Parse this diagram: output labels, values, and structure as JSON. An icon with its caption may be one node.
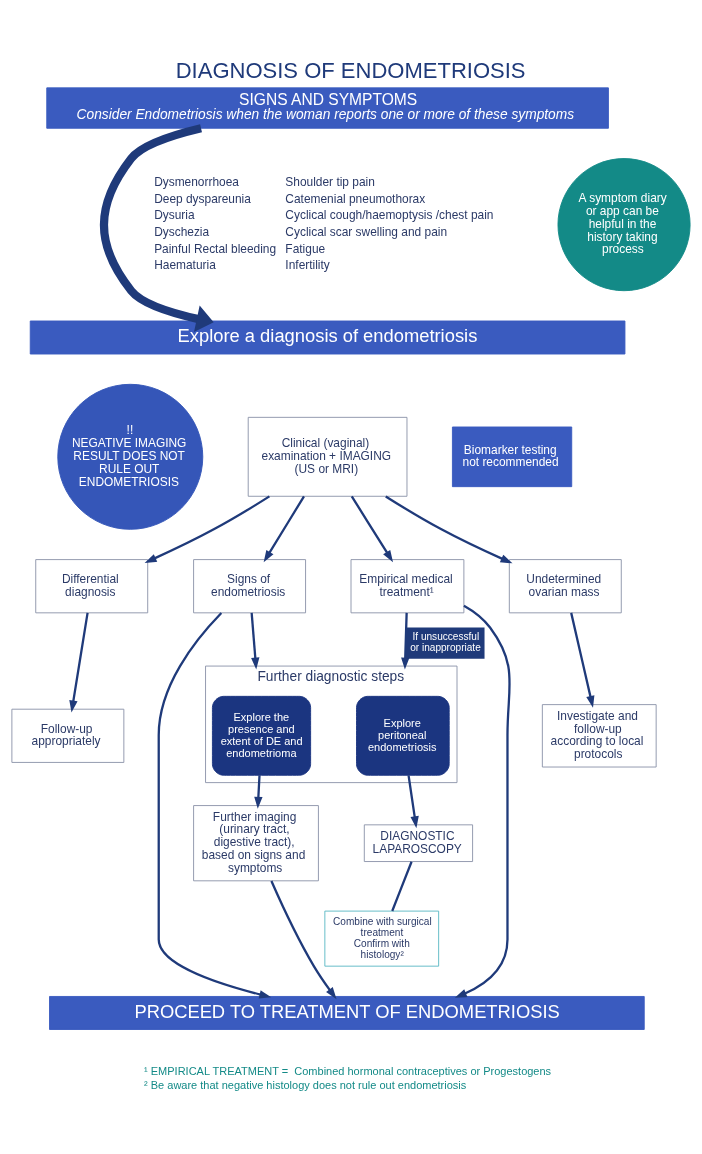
{
  "diagram": {
    "title": "DIAGNOSIS OF ENDOMETRIOSIS",
    "nodes": [
      {
        "text": [
          "SIGNS AND SYMPTOMS",
          "Consider Endometriosis when the woman reports one or more of these symptoms"
        ]
      },
      {
        "text": [
          "A symptom diary or app can be helpful in the history taking process"
        ]
      },
      {
        "text": [
          "Explore a diagnosis of endometriosis"
        ]
      },
      {
        "text": [
          "!!",
          "NEGATIVE IMAGING RESULT DOES NOT RULE OUT ENDOMETRIOSIS"
        ]
      },
      {
        "text": [
          "Clinical (vaginal) examination + IMAGING (US or MRI)"
        ]
      },
      {
        "text": [
          "Biomarker testing not recommended"
        ]
      },
      {
        "text": [
          "Differential diagnosis"
        ]
      },
      {
        "text": [
          "Signs of endometriosis"
        ]
      },
      {
        "text": [
          "Empirical medical treatment¹"
        ]
      },
      {
        "text": [
          "Undetermined ovarian mass"
        ]
      },
      {
        "text": [
          "Follow-up appropriately"
        ]
      },
      {
        "text": [
          "Investigate and follow-up according to local protocols"
        ]
      },
      {
        "text": [
          "Further diagnostic steps"
        ]
      },
      {
        "text": [
          "Explore the presence and extent of DE and endometrioma"
        ],
        "in": 12
      },
      {
        "text": [
          "Explore peritoneal endometriosis"
        ],
        "in": 12
      },
      {
        "text": [
          "Further imaging (urinary tract, digestive tract), based on signs and symptoms"
        ]
      },
      {
        "text": [
          "DIAGNOSTIC LAPAROSCOPY"
        ]
      },
      {
        "text": [
          "Combine with surgical treatment",
          "Confirm with histology²"
        ]
      },
      {
        "text": [
          "PROCEED TO TREATMENT OF ENDOMETRIOSIS"
        ]
      }
    ],
    "edges": [
      {
        "from": 0,
        "to": 2,
        "arrow": "to",
        "style": "thick"
      },
      {
        "from": 4,
        "to": 6,
        "arrow": "to"
      },
      {
        "from": 4,
        "to": 7,
        "arrow": "to"
      },
      {
        "from": 4,
        "to": 8,
        "arrow": "to"
      },
      {
        "from": 4,
        "to": 9,
        "arrow": "to"
      },
      {
        "from": 6,
        "to": 10,
        "arrow": "to"
      },
      {
        "from": 9,
        "to": 11,
        "arrow": "to"
      },
      {
        "from": 7,
        "to": 18,
        "arrow": "to"
      },
      {
        "from": 7,
        "to": 12,
        "arrow": "to"
      },
      {
        "from": 8,
        "to": 12,
        "arrow": "to",
        "label": "If unsuccessful or inappropriate"
      },
      {
        "from": 8,
        "to": 18,
        "arrow": "to"
      },
      {
        "from": 13,
        "to": 15,
        "arrow": "to"
      },
      {
        "from": 14,
        "to": 16,
        "arrow": "to"
      },
      {
        "from": 16,
        "to": 17,
        "arrow": "none"
      },
      {
        "from": 15,
        "to": 18,
        "arrow": "to"
      }
    ],
    "labels": [
      "Dysmenorrhoea",
      "Shoulder tip pain",
      "Deep dyspareunia",
      "Catemenial pneumothorax",
      "Dysuria",
      "Cyclical cough/haemoptysis /chest pain",
      "Dyschezia",
      "Cyclical scar swelling and pain",
      "Painful Rectal bleeding",
      "Fatigue",
      "Haematuria",
      "Infertility",
      "¹ EMPIRICAL TREATMENT =  Combined hormonal contraceptives or Progestogens",
      "² Be aware that negative histology does not rule out endometriosis"
    ]
  }
}
